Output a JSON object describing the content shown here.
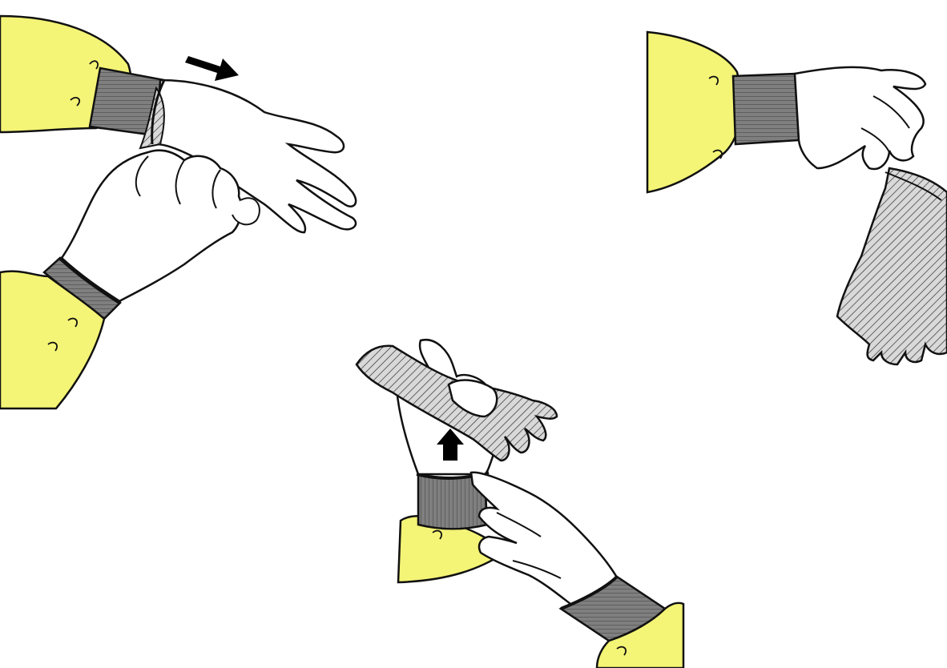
{
  "figure": {
    "panels": [
      {
        "id": "step-1",
        "direction_arrow": "right-arrow-icon"
      },
      {
        "id": "step-2",
        "direction_arrow": "up-arrow-icon"
      },
      {
        "id": "step-3",
        "direction_arrow": ""
      }
    ]
  },
  "palette": {
    "sleeve": "#f4f476",
    "cuff": "#7f7f7f",
    "glove_clean": "#ffffff",
    "glove_soiled_hatch": "#444444",
    "outline": "#111111",
    "arrow": "#000000"
  }
}
